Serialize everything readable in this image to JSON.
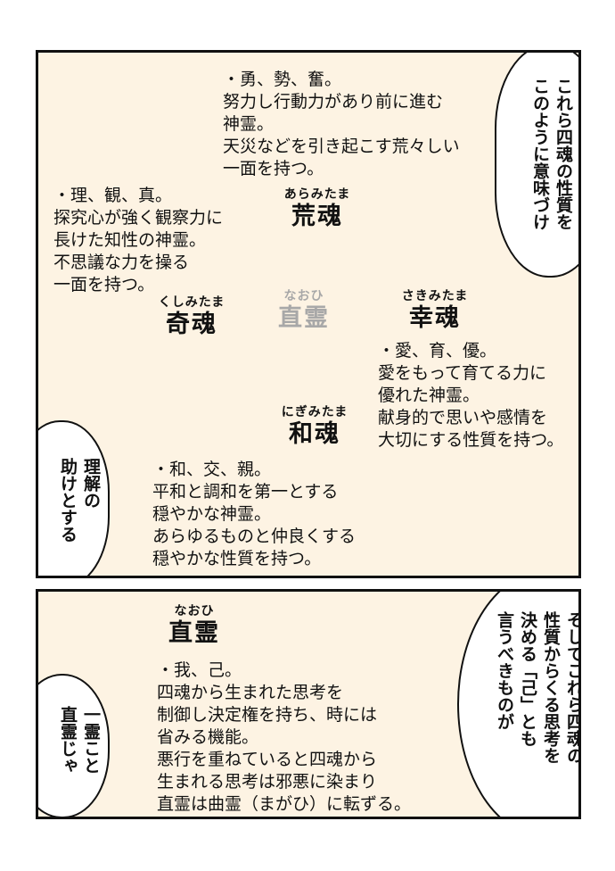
{
  "panel1": {
    "top_bubble": [
      "これら四魂の性質を",
      "このように意味づけ"
    ],
    "left_bubble": [
      "理解の",
      "助けとする"
    ],
    "aramitama": {
      "ruby": "あらみたま",
      "name": "荒魂",
      "lines": [
        "・勇、勢、奮。",
        "努力し行動力があり前に進む",
        "神霊。",
        "天災などを引き起こす荒々しい",
        "一面を持つ。"
      ]
    },
    "kushimitama": {
      "ruby": "くしみたま",
      "name": "奇魂",
      "lines": [
        "・理、観、真。",
        "探究心が強く観察力に",
        "長けた知性の神霊。",
        "不思議な力を操る",
        "一面を持つ。"
      ]
    },
    "naohi": {
      "ruby": "なおひ",
      "name": "直霊"
    },
    "sakimitama": {
      "ruby": "さきみたま",
      "name": "幸魂",
      "lines": [
        "・愛、育、優。",
        "愛をもって育てる力に",
        "優れた神霊。",
        "献身的で思いや感情を",
        "大切にする性質を持つ。"
      ]
    },
    "nigimitama": {
      "ruby": "にぎみたま",
      "name": "和魂",
      "lines": [
        "・和、交、親。",
        "平和と調和を第一とする",
        "穏やかな神霊。",
        "あらゆるものと仲良くする",
        "穏やかな性質を持つ。"
      ]
    }
  },
  "panel2": {
    "right_bubble": [
      "そしてこれら四魂の",
      "性質からくる思考を",
      "決める「己」とも",
      "言うべきものが"
    ],
    "left_bubble": [
      "一霊こと",
      "直霊じゃ"
    ],
    "naohi": {
      "ruby": "なおひ",
      "name": "直霊",
      "lines": [
        "・我、己。",
        "四魂から生まれた思考を",
        "制御し決定権を持ち、時には",
        "省みる機能。",
        "悪行を重ねていると四魂から",
        "生まれる思考は邪悪に染まり",
        "直霊は曲霊（まがひ）に転ずる。"
      ]
    }
  },
  "colors": {
    "panel_bg": "#fdf3e3",
    "bubble_bg": "#ffffff",
    "border": "#111111",
    "naohi_gray": "#a8a8a8"
  }
}
